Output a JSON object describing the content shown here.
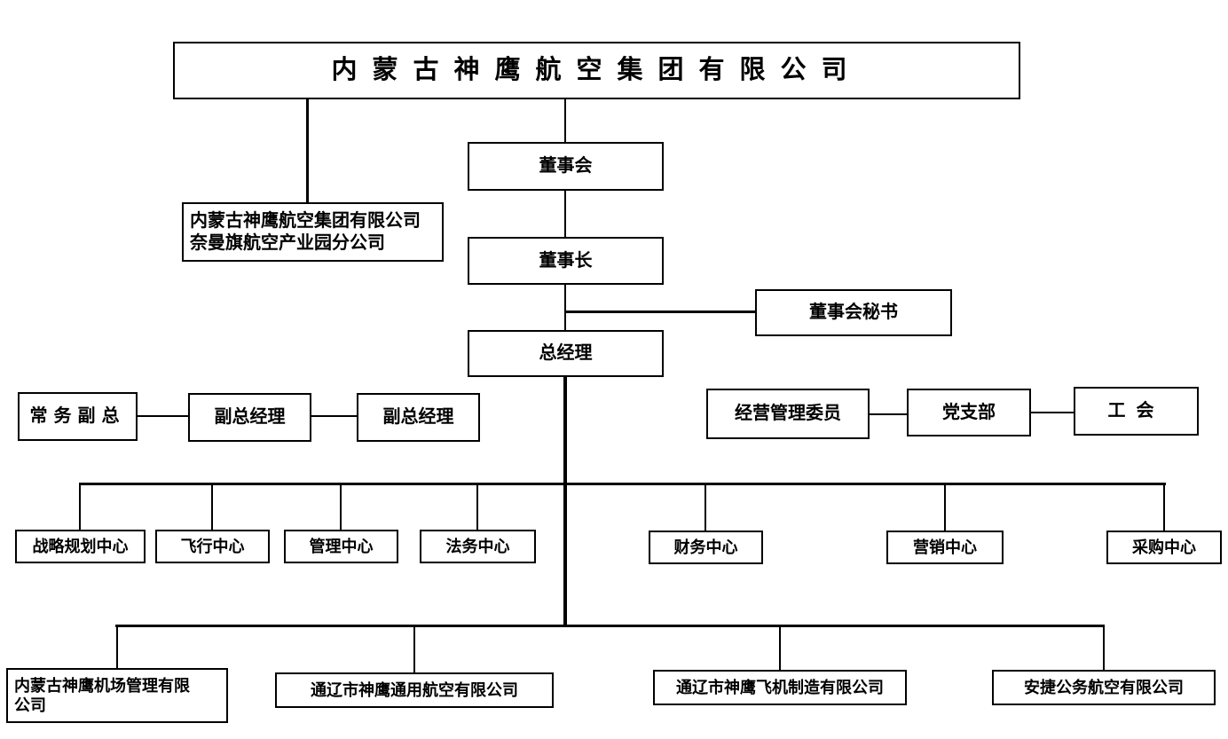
{
  "page": {
    "background_color": "#ffffff",
    "line_color": "#000000",
    "box_border_color": "#000000"
  },
  "org_chart": {
    "root": {
      "label": "内蒙古神鹰航空集团有限公司"
    },
    "board": {
      "label": "董事会"
    },
    "branch": {
      "line1": "内蒙古神鹰航空集团有限公司",
      "line2": "奈曼旗航空产业园分公司"
    },
    "chairman": {
      "label": "董事长"
    },
    "board_secretary": {
      "label": "董事会秘书"
    },
    "general_manager": {
      "label": "总经理"
    },
    "executive_row": [
      {
        "label": "常务副总"
      },
      {
        "label": "副总经理"
      },
      {
        "label": "副总经理"
      },
      {
        "label": "经营管理委员"
      },
      {
        "label": "党支部"
      },
      {
        "label": "工会"
      }
    ],
    "centers": [
      {
        "label": "战略规划中心"
      },
      {
        "label": "飞行中心"
      },
      {
        "label": "管理中心"
      },
      {
        "label": "法务中心"
      },
      {
        "label": "财务中心"
      },
      {
        "label": "营销中心"
      },
      {
        "label": "采购中心"
      }
    ],
    "subsidiaries": [
      {
        "line1": "内蒙古神鹰机场管理有限",
        "line2": "公司"
      },
      {
        "label": "通辽市神鹰通用航空有限公司"
      },
      {
        "label": "通辽市神鹰飞机制造有限公司"
      },
      {
        "label": "安捷公务航空有限公司"
      }
    ]
  }
}
